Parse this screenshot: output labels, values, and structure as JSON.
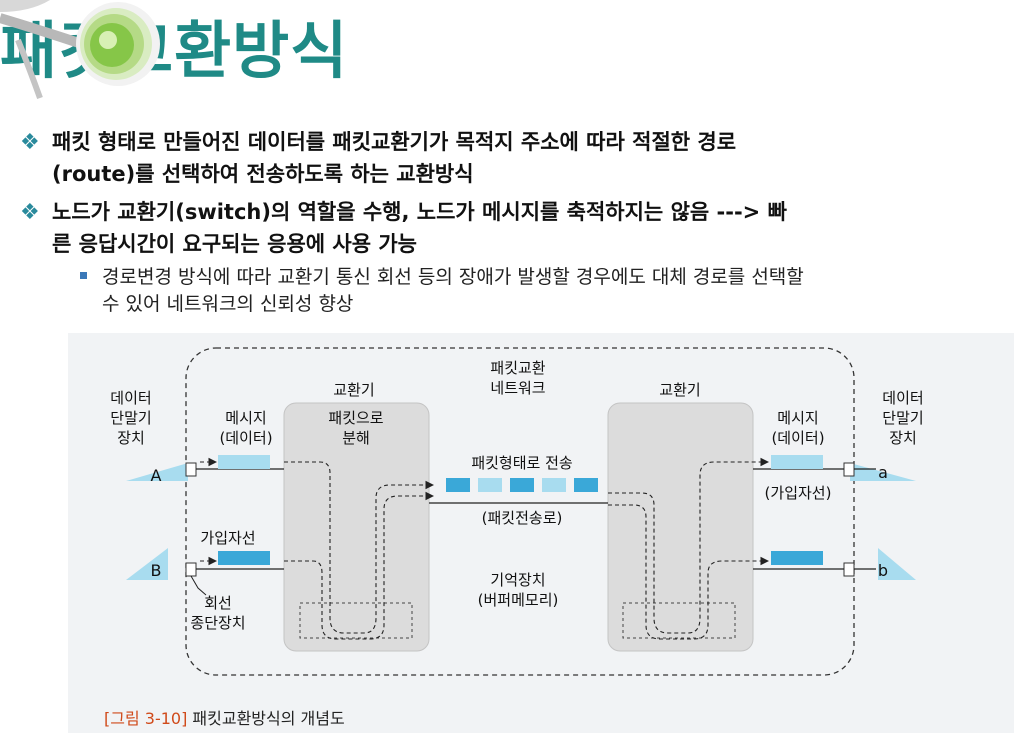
{
  "title": "패킷교환방식",
  "bullets": [
    {
      "lines": [
        "패킷 형태로 만들어진 데이터를 패킷교환기가 목적지 주소에 따라 적절한 경로",
        "(route)를 선택하여 전송하도록 하는 교환방식"
      ]
    },
    {
      "lines": [
        "노드가 교환기(switch)의 역할을 수행, 노드가 메시지를 축적하지는 않음 ---> 빠",
        "른 응답시간이 요구되는 응용에 사용 가능"
      ]
    }
  ],
  "sub_bullet": {
    "lines": [
      "경로변경 방식에 따라 교환기 통신 회선 등의 장애가 발생할 경우에도 대체 경로를 선택할",
      "수 있어 네트워크의 신뢰성 향상"
    ]
  },
  "diagram": {
    "network_label": [
      "패킷교환",
      "네트워크"
    ],
    "switch_left_label": "교환기",
    "switch_right_label": "교환기",
    "terminal_left_label": [
      "데이터",
      "단말기",
      "장치"
    ],
    "terminal_right_label": [
      "데이터",
      "단말기",
      "장치"
    ],
    "message_left_label": [
      "메시지",
      "(데이터)"
    ],
    "message_right_label": [
      "메시지",
      "(데이터)"
    ],
    "decompose_label": [
      "패킷으로",
      "분해"
    ],
    "transfer_label": "패킷형태로 전송",
    "path_label": "(패킷전송로)",
    "subscriber_line_left": "가입자선",
    "subscriber_line_right": "(가입자선)",
    "storage_label": [
      "기억장치",
      "(버퍼메모리)"
    ],
    "line_termination_label": [
      "회선",
      "종단장치"
    ],
    "node_A": "A",
    "node_B": "B",
    "node_a": "a",
    "node_b": "b"
  },
  "caption": {
    "label": "[그림 3-10]",
    "text": "패킷교환방식의 개념도"
  },
  "colors": {
    "title": "#1f8a86",
    "accent": "#2a8a9c",
    "packet": "#3aa8d8",
    "packet_light": "#a8dcef",
    "switch_fill": "#dcdcdc"
  }
}
